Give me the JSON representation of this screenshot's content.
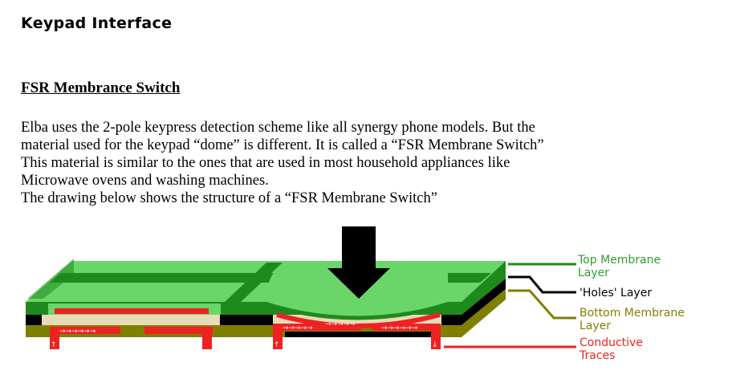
{
  "page": {
    "heading": "Keypad Interface",
    "subheading": "FSR Membrance Switch",
    "paragraphs": [
      "Elba uses the 2-pole keypress detection scheme like all synergy phone models. But the",
      "material used for the keypad “dome” is different. It is called a “FSR Membrane Switch”",
      "This material is similar to the ones that are used in most household appliances like",
      "Microwave ovens and washing machines.",
      "The drawing below shows the structure of a “FSR Membrane Switch”"
    ]
  },
  "diagram": {
    "labels": {
      "top_membrane": [
        "Top Membrane",
        "Layer"
      ],
      "holes": "'Holes' Layer",
      "bottom_membrane": [
        "Bottom Membrane",
        "Layer"
      ],
      "conductive": [
        "Conductive",
        "Traces"
      ]
    },
    "colors": {
      "top_membrane": "#2e9e2e",
      "holes": "#000000",
      "bottom_membrane": "#808000",
      "conductive": "#ee2222",
      "membrane_light": "#6ad66a",
      "membrane_dark": "#1e8a1e",
      "cream": "#e8dcb8",
      "arrow": "#000000"
    }
  }
}
